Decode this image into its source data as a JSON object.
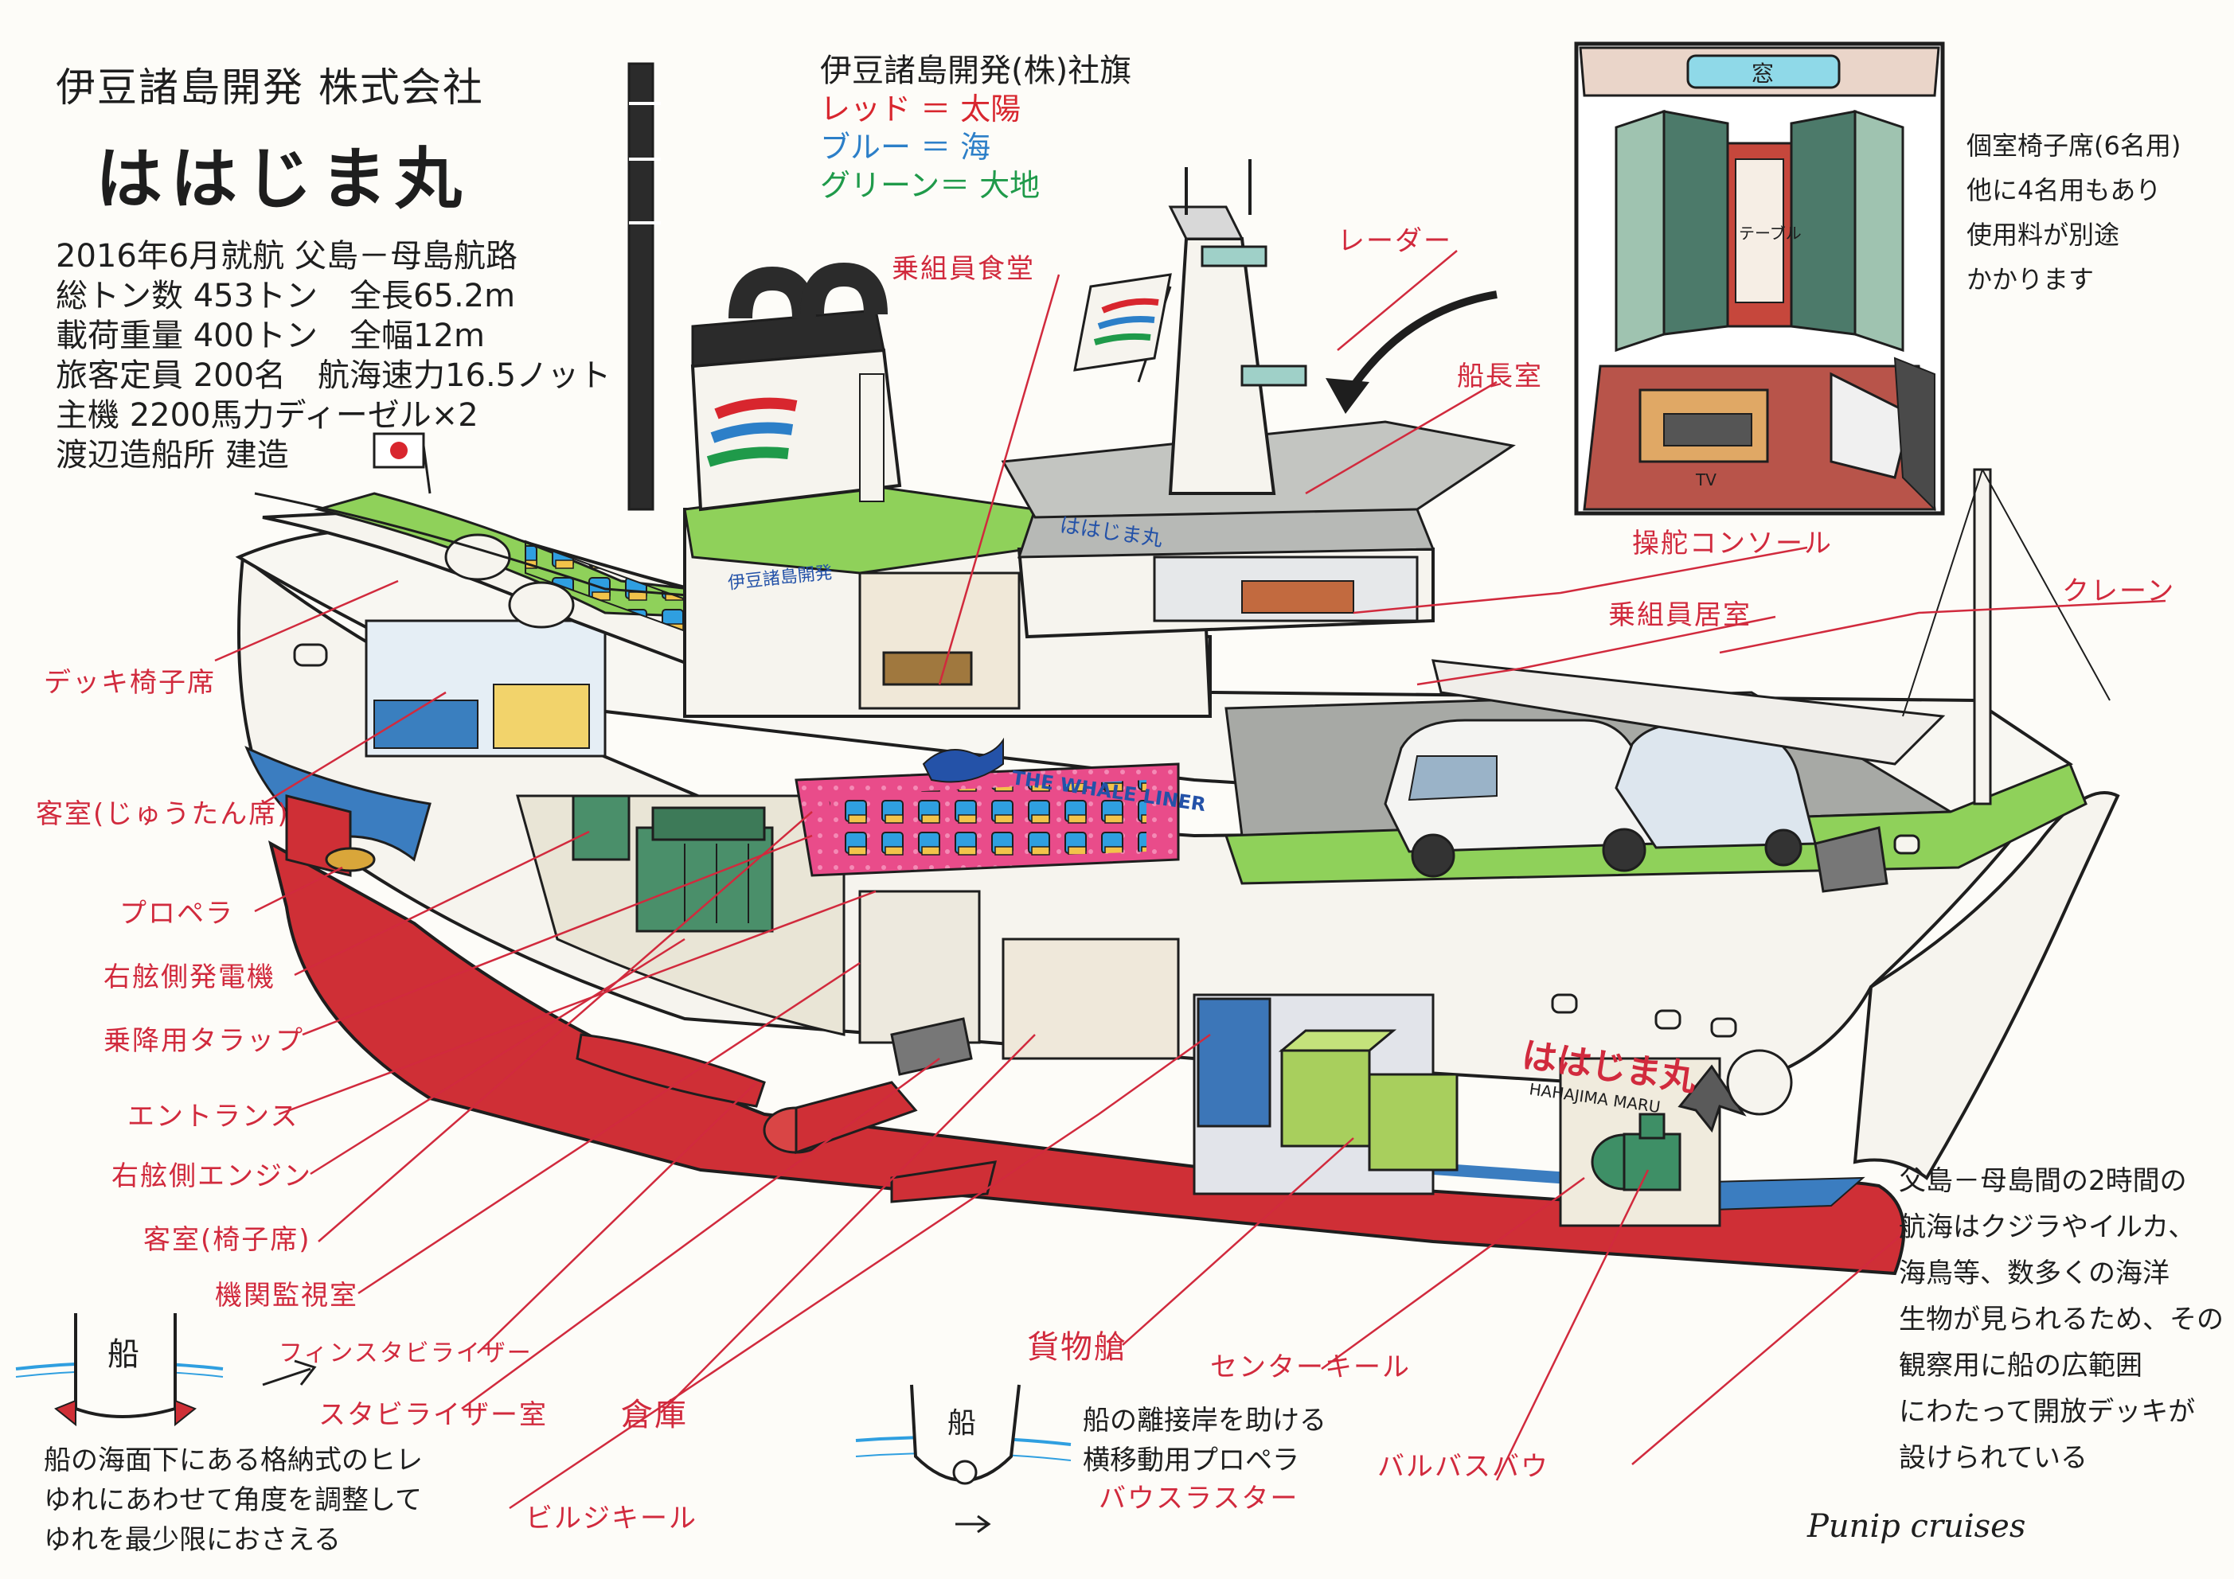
{
  "header": {
    "company": "伊豆諸島開発 株式会社",
    "ship_name": "ははじま丸",
    "spec_lines": [
      "2016年6月就航 父島－母島航路",
      "総トン数 453トン　全長65.2m",
      "載荷重量 400トン　全幅12m",
      "旅客定員 200名　航海速力16.5ノット",
      "主機 2200馬力ディーゼル×2",
      "渡辺造船所 建造"
    ]
  },
  "company_flag": {
    "title": "伊豆諸島開発(株)社旗",
    "red": "レッド ＝ 太陽",
    "blue": "ブルー ＝ 海",
    "green": "グリーン＝ 大地"
  },
  "ship_labels": {
    "hull_name": "ははじま丸",
    "hull_romaji": "HAHAJIMA MARU",
    "liner": "THE WHALE LINER",
    "bridge_sign": "ははじま丸",
    "deck_sign": "伊豆諸島開発"
  },
  "callouts": {
    "crew_mess": "乗組員食堂",
    "radar": "レーダー",
    "captain_room": "船長室",
    "helm_console": "操舵コンソール",
    "crane": "クレーン",
    "crew_quarters": "乗組員居室",
    "deck_seats": "デッキ椅子席",
    "cabin_carpet": "客室(じゅうたん席)",
    "propeller": "プロペラ",
    "generator": "右舷側発電機",
    "gangway": "乗降用タラップ",
    "entrance": "エントランス",
    "engine": "右舷側エンジン",
    "cabin_chairs": "客室(椅子席)",
    "engine_control": "機関監視室",
    "fin_stabilizer": "フィンスタビライザー",
    "stabilizer_room": "スタビライザー室",
    "storage": "倉庫",
    "cargo_hold": "貨物艙",
    "center_keel": "センターキール",
    "bulbous_bow": "バルバスバウ",
    "bilge_keel": "ビルジキール",
    "bow_thruster": "バウスラスター"
  },
  "inset": {
    "window": "窓",
    "table": "テーブル",
    "tv": "TV",
    "note_lines": [
      "個室椅子席(6名用)",
      "他に4名用もあり",
      "使用料が別途",
      "かかります"
    ]
  },
  "stabilizer_diagram": {
    "ship_label": "船",
    "note_lines": [
      "船の海面下にある格納式のヒレ",
      "ゆれにあわせて角度を調整して",
      "ゆれを最少限におさえる"
    ]
  },
  "thruster_diagram": {
    "ship_label": "船",
    "note_lines": [
      "船の離接岸を助ける",
      "横移動用プロペラ"
    ]
  },
  "voyage_note": {
    "lines": [
      "父島－母島間の2時間の",
      "航海はクジラやイルカ、",
      "海鳥等、数多くの海洋",
      "生物が見られるため、その",
      "観察用に船の広範囲",
      "にわたって開放デッキが",
      "設けられている"
    ]
  },
  "signature": "Punip cruises",
  "colors": {
    "hull_red": "#cf2f36",
    "hull_white": "#f6f4ee",
    "stripe_blue": "#3b7dc0",
    "deck_green": "#8fd15a",
    "deck_gray": "#b7b9b6",
    "ink": "#1e1e1e",
    "label_red": "#d12a3d",
    "funnel_black": "#2b2b2b"
  },
  "icons": [
    "japan-flag-icon",
    "company-flag-icon",
    "whale-icon",
    "arrow-icon"
  ]
}
